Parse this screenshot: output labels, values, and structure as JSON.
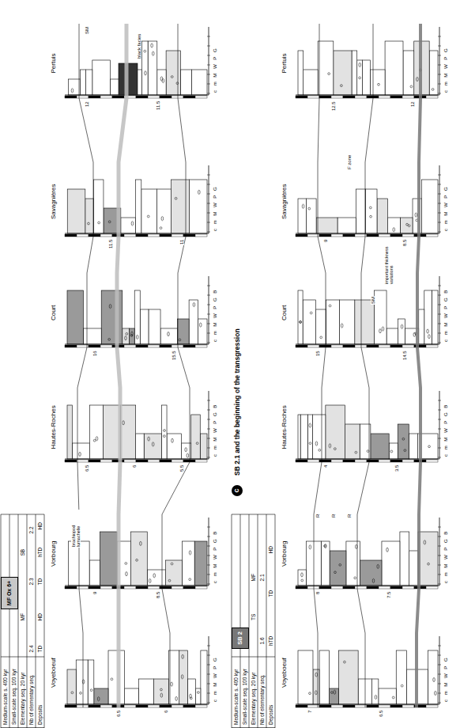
{
  "diagram": {
    "nodes": [
      {
        "text": [
          "MF Ox 6+"
        ]
      },
      {
        "text": [
          "SB 2"
        ]
      },
      {
        "text": [
          "c"
        ]
      }
    ],
    "labels": [
      "Medium-scale s. 400 kyr",
      "Small-scale seq. 100 kyr",
      "Elementary seq. 20 kyr",
      "Nb of elementary seq.",
      "Deposits",
      "2.4",
      "2.3",
      "2.2",
      "TD",
      "HD",
      "TD",
      "hTD",
      "HD",
      "MF",
      "SB",
      "Voyeboeuf",
      "Vorbourg",
      "Hautes-Roches",
      "Court",
      "Savagnières",
      "Pertuis",
      "brachiopod lumachelle",
      "black facies",
      "SM",
      "6.5",
      "6",
      "9",
      "8.5",
      "6.5",
      "6",
      "5.5",
      "16",
      "15.5",
      "11.5",
      "11",
      "12",
      "11.5",
      "c m M W P G",
      "c m M W P G B",
      "c m M W P G B",
      "c m M W P G B",
      "c m M W P G",
      "c m M W P G",
      "Medium-scale s. 400 kyr",
      "Small-scale seq. 100 kyr",
      "Elementary seq. 20 kyr",
      "Nb of elementary seq.",
      "Deposits",
      "2.1",
      "1.6",
      "HD",
      "TD",
      "hTD",
      "MF",
      "TS",
      "Voyeboeuf",
      "Vorbourg",
      "Hautes-Roches",
      "Court",
      "Savagnières",
      "Pertuis",
      "SB 2.1 and the beginning of the transgression",
      "important thickness variations",
      "F zone",
      "SM",
      "R",
      "R",
      "R",
      "7",
      "6.5",
      "8",
      "7.5",
      "4",
      "3.5",
      "15",
      "14.5",
      "9",
      "8.5",
      "12.5",
      "12",
      "c m M W P G",
      "c m M W P G B",
      "c m M W P G B",
      "c m M W P G B",
      "c m M W P G",
      "c m M W P G"
    ]
  }
}
